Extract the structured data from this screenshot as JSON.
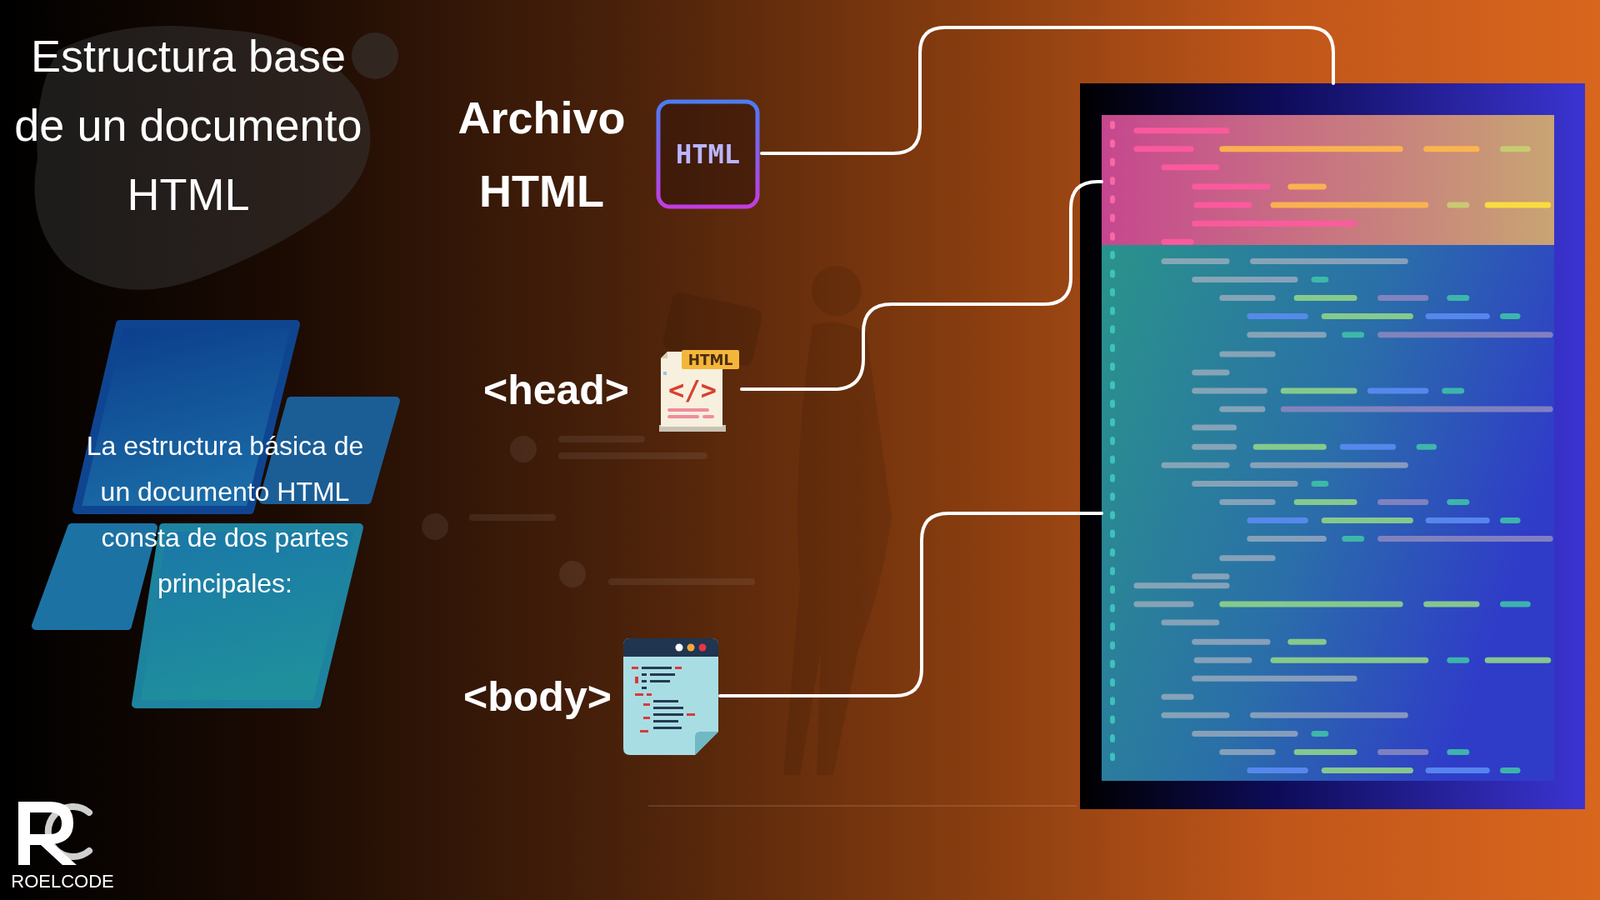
{
  "diagram": {
    "title": "Estructura base de un documento HTML",
    "nodes": [
      {
        "text": [
          "La estructura básica de un documento HTML consta de dos partes principales:"
        ]
      },
      {
        "text": [
          "Archivo HTML",
          "HTML"
        ]
      },
      {
        "text": [
          "<head>",
          "HTML",
          "</>"
        ]
      },
      {
        "text": [
          "<body>"
        ]
      }
    ],
    "labels": [
      "ROELCODE"
    ]
  }
}
